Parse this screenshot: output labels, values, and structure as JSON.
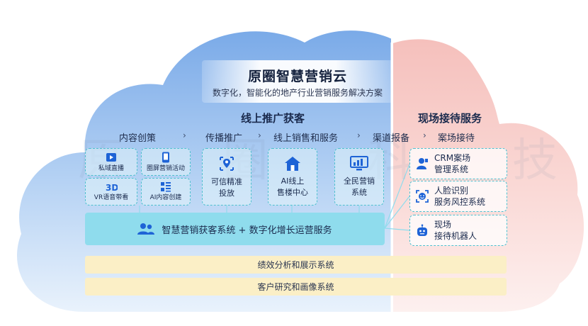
{
  "header": {
    "title": "原圈智慧营销云",
    "subtitle": "数字化，智能化的地产行业营销服务解决方案"
  },
  "watermark": "原 圈 科 技",
  "sections": {
    "left_title": "线上推广获客",
    "right_title": "现场接待服务"
  },
  "stages": {
    "s1": "内容创策",
    "s2": "传播推广",
    "s3": "线上销售和服务",
    "s4": "渠道报备",
    "s5": "案场接待",
    "arrow": "›"
  },
  "small_cards": {
    "private_live": {
      "label": "私域直播",
      "icon": "play-icon"
    },
    "circle_screen": {
      "label": "圈屏营销活动",
      "icon": "phone-icon"
    },
    "vr_guide": {
      "label": "VR语音带看",
      "icon": "3d-icon"
    },
    "ai_content": {
      "label": "AI内容创建",
      "icon": "grid-list-icon"
    }
  },
  "mid_cards": {
    "precise_ads": {
      "line1": "可信精准",
      "line2": "投放",
      "icon": "location-icon"
    },
    "ai_sales": {
      "line1": "AI线上",
      "line2": "售楼中心",
      "icon": "home-icon"
    },
    "all_people": {
      "line1": "全民营销",
      "line2": "系统",
      "icon": "monitor-icon"
    }
  },
  "right_cards": {
    "crm": {
      "line1": "CRM案场",
      "line2": "管理系统",
      "icon": "user-icon"
    },
    "face": {
      "line1": "人脸识别",
      "line2": "服务风控系统",
      "icon": "face-icon"
    },
    "robot": {
      "line1": "现场",
      "line2": "接待机器人",
      "icon": "robot-icon"
    }
  },
  "core_bar": {
    "text": "智慧营销获客系统  +  数字化增长运营服务",
    "icon": "users-icon"
  },
  "bottom_bars": {
    "performance": "绩效分析和展示系统",
    "customer": "客户研究和画像系统"
  },
  "colors": {
    "blue_cloud": "#7fb0ea",
    "pink_cloud": "#f7c4c0",
    "card_border": "#4fc0cf",
    "icon_blue": "#1e63d6",
    "cyan_bar": "#8fdced",
    "yellow_bar": "#fbefc6"
  }
}
